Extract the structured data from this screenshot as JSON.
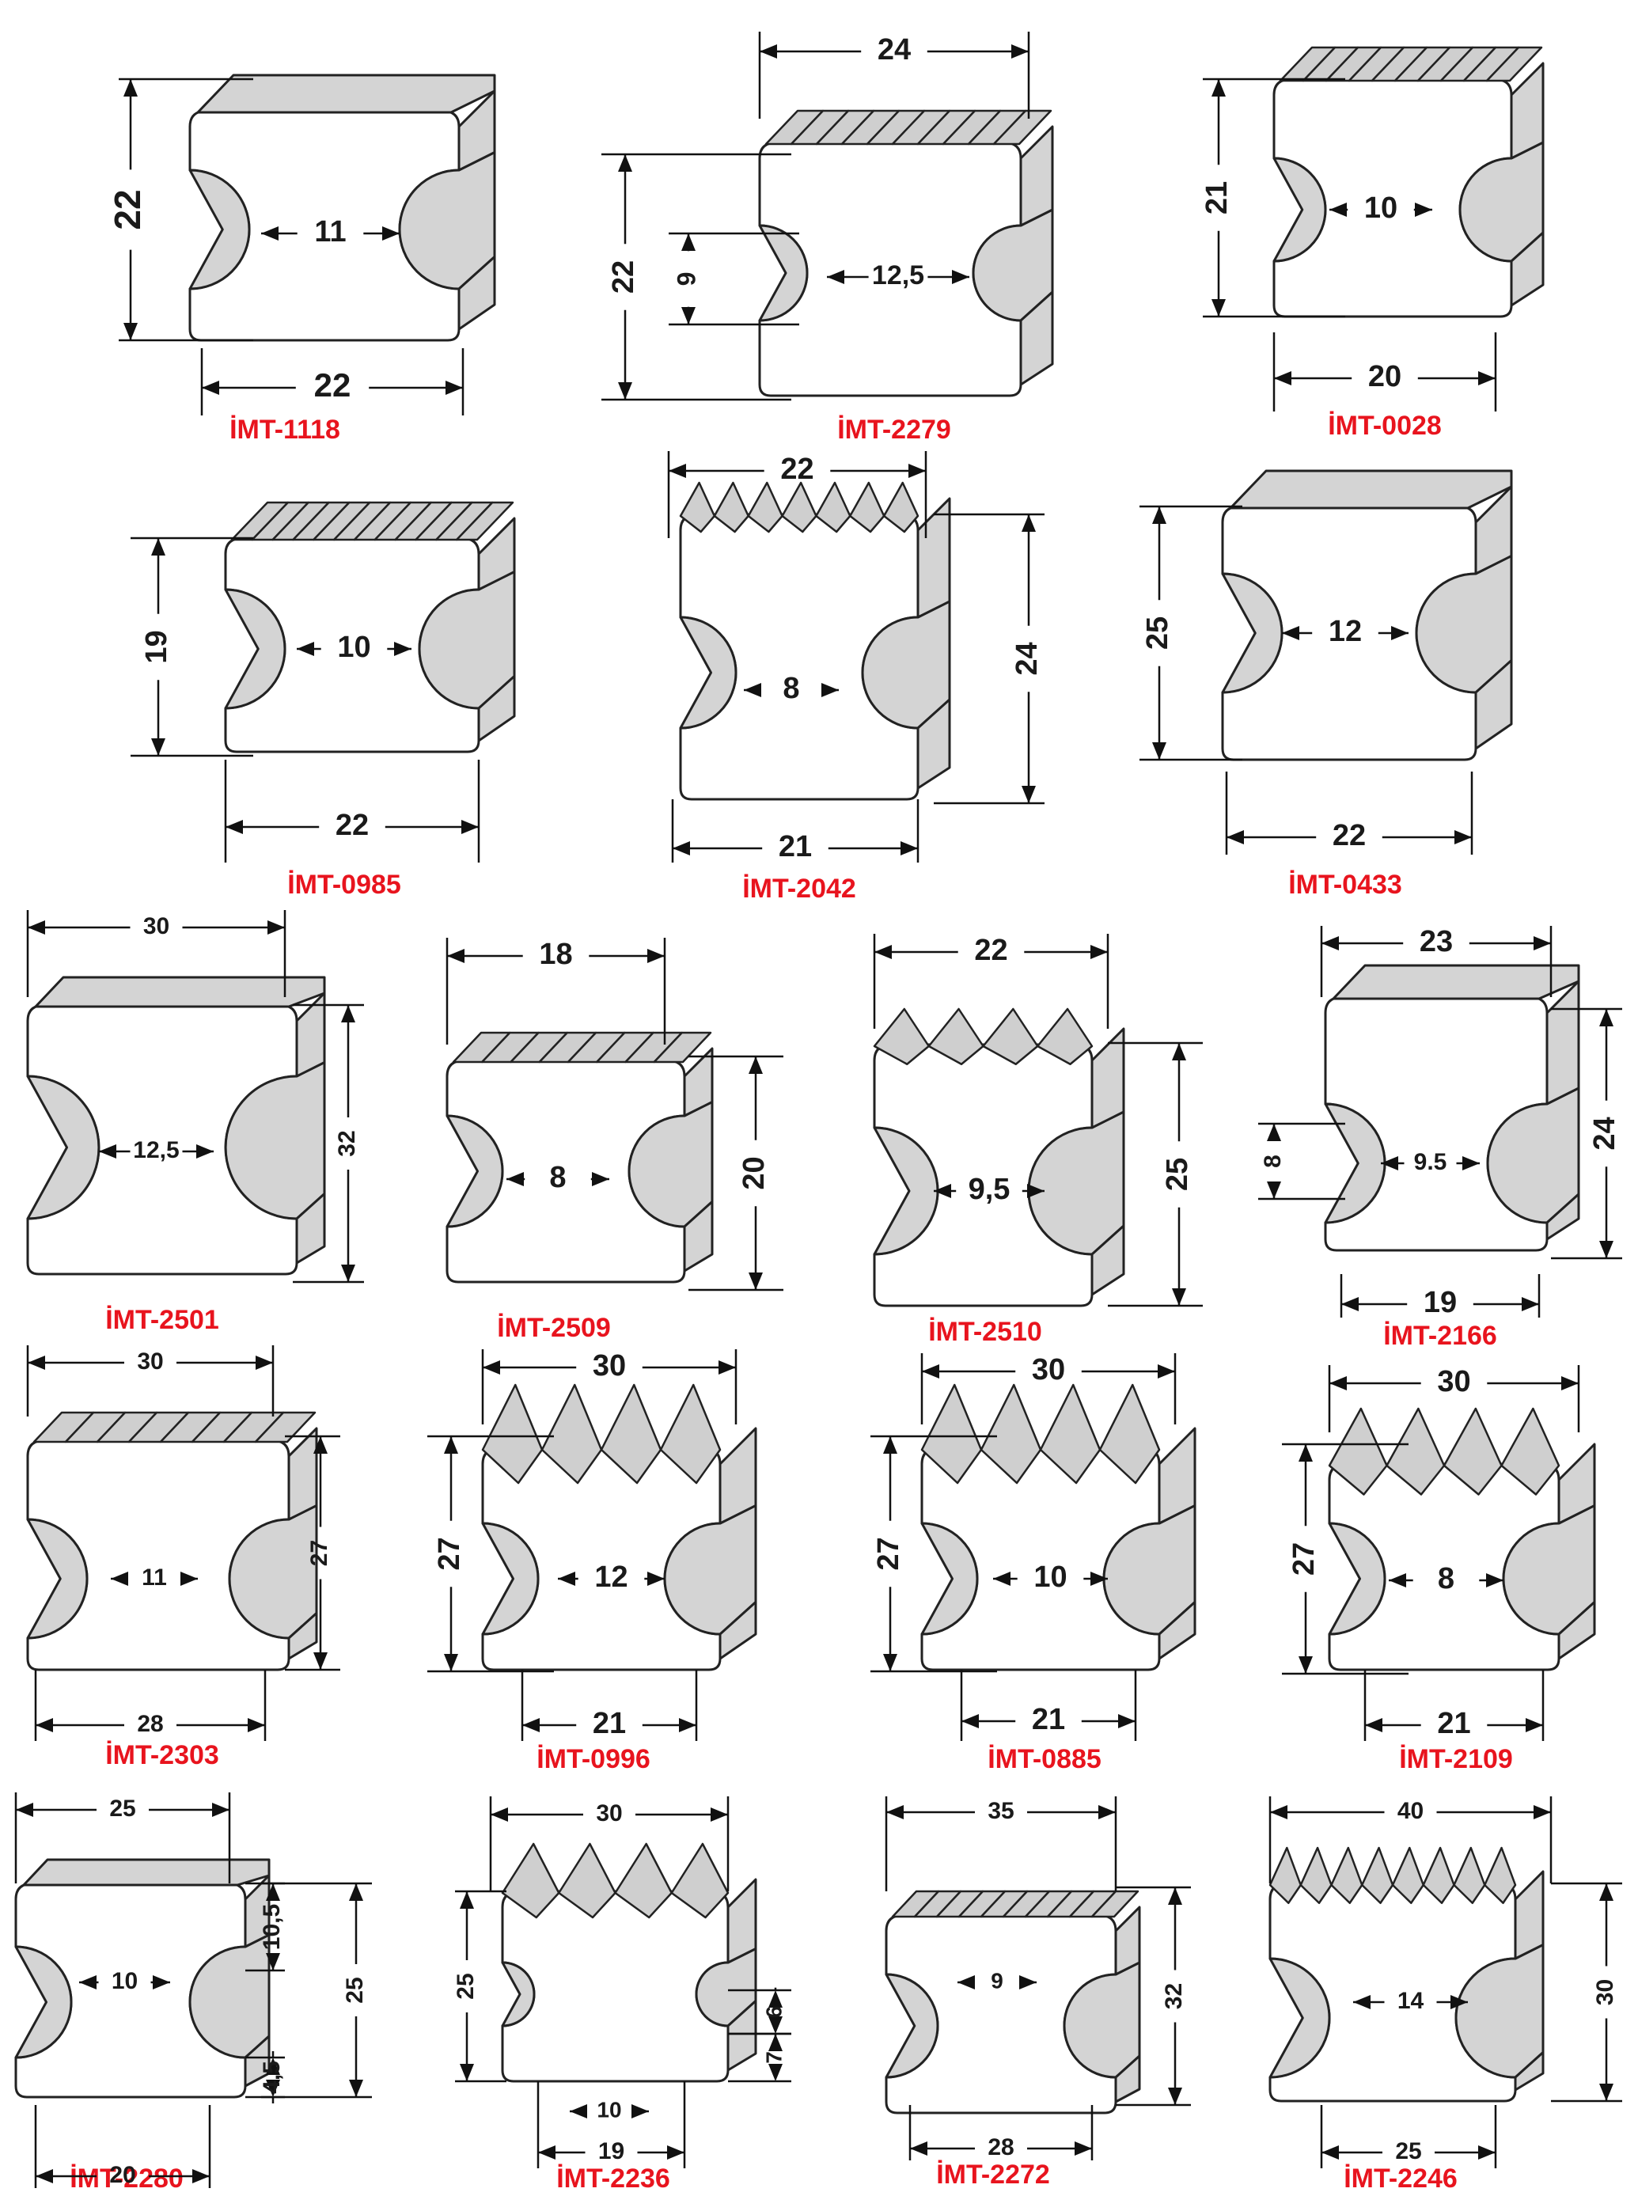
{
  "profiles": [
    {
      "code": "İMT-1118",
      "dims": [
        "22",
        "11",
        "22"
      ]
    },
    {
      "code": "İMT-2279",
      "dims": [
        "24",
        "22",
        "9",
        "12,5"
      ]
    },
    {
      "code": "İMT-0028",
      "dims": [
        "21",
        "10",
        "20"
      ]
    },
    {
      "code": "İMT-0985",
      "dims": [
        "19",
        "10",
        "22"
      ]
    },
    {
      "code": "İMT-2042",
      "dims": [
        "22",
        "24",
        "8",
        "21"
      ]
    },
    {
      "code": "İMT-0433",
      "dims": [
        "25",
        "12",
        "22"
      ]
    },
    {
      "code": "İMT-2501",
      "dims": [
        "30",
        "12,5",
        "32"
      ]
    },
    {
      "code": "İMT-2509",
      "dims": [
        "18",
        "8",
        "20"
      ]
    },
    {
      "code": "İMT-2510",
      "dims": [
        "22",
        "9,5",
        "25"
      ]
    },
    {
      "code": "İMT-2166",
      "dims": [
        "23",
        "8",
        "9.5",
        "24",
        "19"
      ]
    },
    {
      "code": "İMT-2303",
      "dims": [
        "30",
        "11",
        "27",
        "28"
      ]
    },
    {
      "code": "İMT-0996",
      "dims": [
        "30",
        "27",
        "12",
        "21"
      ]
    },
    {
      "code": "İMT-0885",
      "dims": [
        "30",
        "27",
        "10",
        "21"
      ]
    },
    {
      "code": "İMT-2109",
      "dims": [
        "30",
        "27",
        "8",
        "21"
      ]
    },
    {
      "code": "İMT-2280",
      "dims": [
        "25",
        "10,5",
        "10",
        "25",
        "4,5",
        "20"
      ]
    },
    {
      "code": "İMT-2236",
      "dims": [
        "30",
        "25",
        "6",
        "7",
        "10",
        "19"
      ]
    },
    {
      "code": "İMT-2272",
      "dims": [
        "35",
        "9",
        "32",
        "28"
      ]
    },
    {
      "code": "İMT-2246",
      "dims": [
        "40",
        "14",
        "30",
        "25"
      ]
    }
  ],
  "colors": {
    "code_text": "#e8141e",
    "outline": "#222222",
    "shade": "#d4d4d4"
  }
}
